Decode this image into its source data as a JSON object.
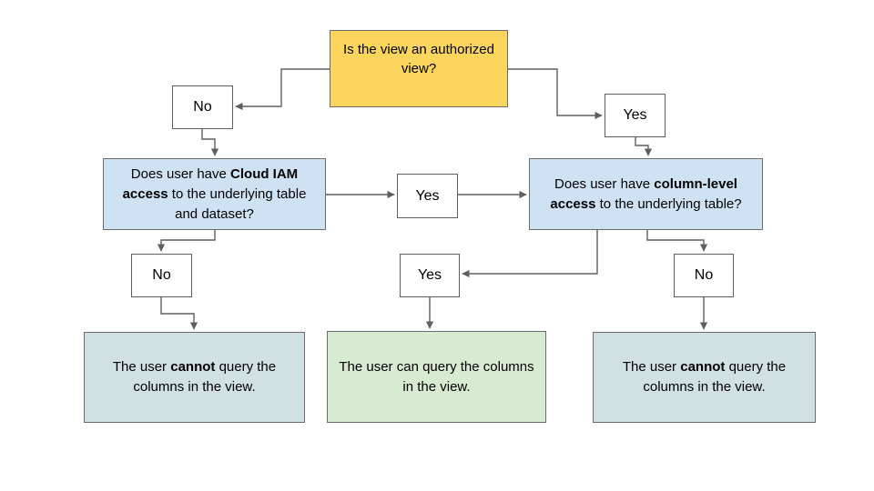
{
  "colors": {
    "decision_fill": "#fcd65c",
    "question_fill": "#cfe2f3",
    "outcome_negative_fill": "#d0e0e3",
    "outcome_positive_fill": "#d9ead3",
    "small_box_fill": "#ffffff",
    "border": "#6b6b6b",
    "connector": "#5f5f5f",
    "text": "#000000"
  },
  "flowchart": {
    "root_question": "Is the view an authorized view?",
    "root_no_label": "No",
    "root_yes_label": "Yes",
    "iam_question": {
      "pre": "Does user have ",
      "bold": "Cloud IAM access",
      "post": " to the underlying table and dataset?"
    },
    "iam_yes_label": "Yes",
    "iam_no_label": "No",
    "col_question": {
      "pre": "Does user have ",
      "bold": "column-level access",
      "post": " to the underlying table?"
    },
    "col_yes_label": "Yes",
    "col_no_label": "No",
    "outcome_cannot_left": {
      "pre": "The user ",
      "bold": "cannot",
      "post": " query the columns in the view."
    },
    "outcome_can": "The user can query the columns in the view.",
    "outcome_cannot_right": {
      "pre": "The user ",
      "bold": "cannot",
      "post": " query the columns in the view."
    }
  }
}
